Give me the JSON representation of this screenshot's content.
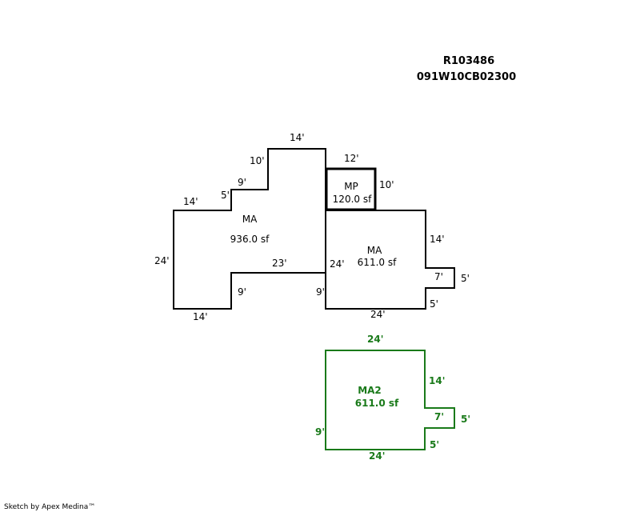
{
  "header": {
    "record_id": "R103486",
    "parcel_id": "091W10CB02300"
  },
  "footer": "Sketch by Apex Medina™",
  "colors": {
    "ink": "#000000",
    "green": "#1a7a1a"
  },
  "sketch": {
    "ma_left": {
      "label": "MA",
      "area": "936.0 sf",
      "dims": [
        "14'",
        "10'",
        "9'",
        "5'",
        "14'",
        "24'",
        "23'",
        "9'",
        "14'"
      ]
    },
    "mp": {
      "label": "MP",
      "area": "120.0 sf",
      "dims": [
        "12'",
        "10'"
      ]
    },
    "ma_right": {
      "label": "MA",
      "area": "611.0 sf",
      "dims": [
        "14'",
        "24'",
        "7'",
        "5'",
        "9'",
        "5'",
        "24'"
      ]
    },
    "ma2": {
      "label": "MA2",
      "area": "611.0 sf",
      "dims": [
        "24'",
        "14'",
        "7'",
        "5'",
        "9'",
        "5'",
        "24'"
      ]
    }
  }
}
